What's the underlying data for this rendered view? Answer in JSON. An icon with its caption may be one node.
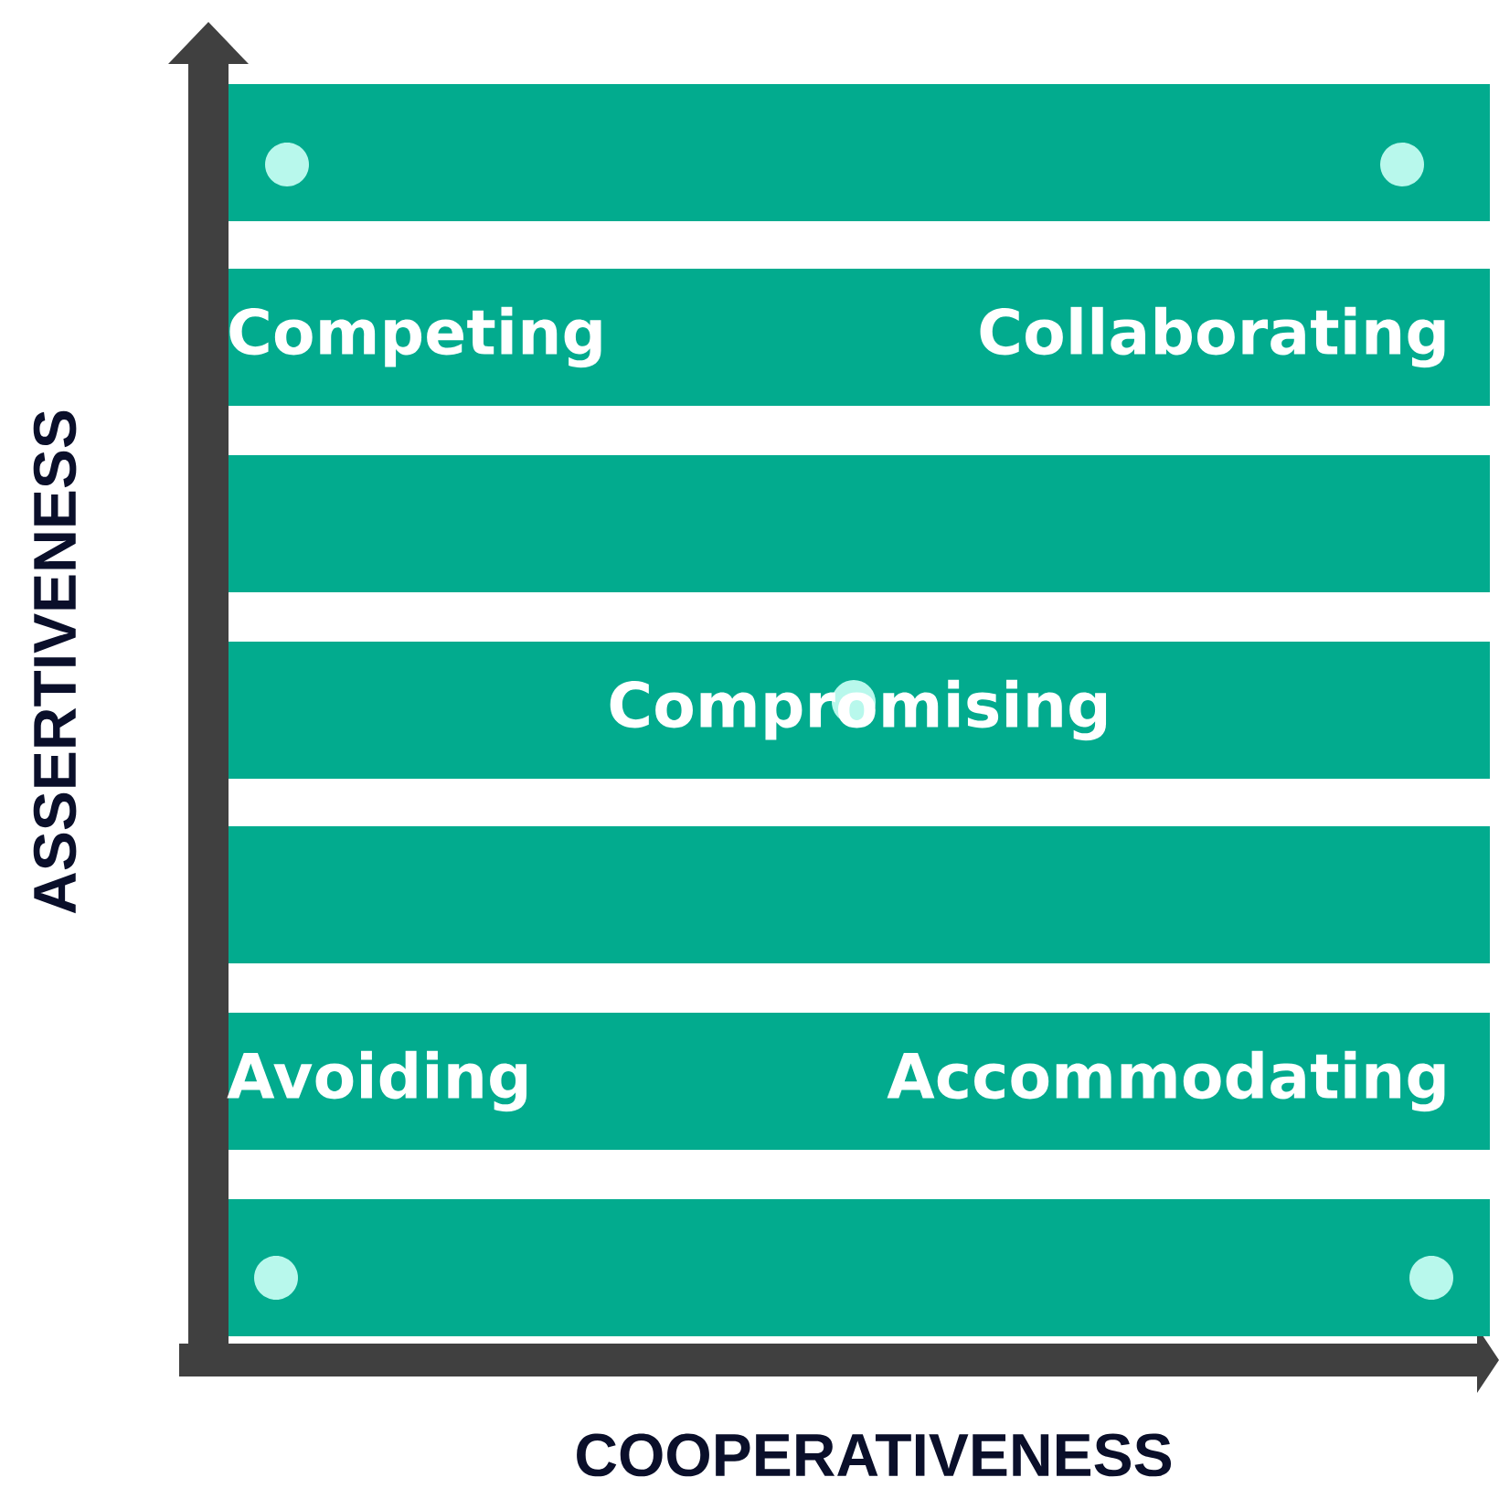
{
  "diagram": {
    "nodes": [
      {
        "text": [],
        "shape": "bar"
      },
      {
        "text": [
          "Competing",
          "Collaborating"
        ]
      },
      {
        "text": [],
        "shape": "bar"
      },
      {
        "text": [
          "Compromising"
        ]
      },
      {
        "text": [],
        "shape": "bar"
      },
      {
        "text": [
          "Avoiding",
          "Accommodating"
        ]
      },
      {
        "text": [],
        "shape": "bar"
      }
    ],
    "labels": [
      "ASSERTIVENESS",
      "COOPERATIVENESS"
    ]
  }
}
